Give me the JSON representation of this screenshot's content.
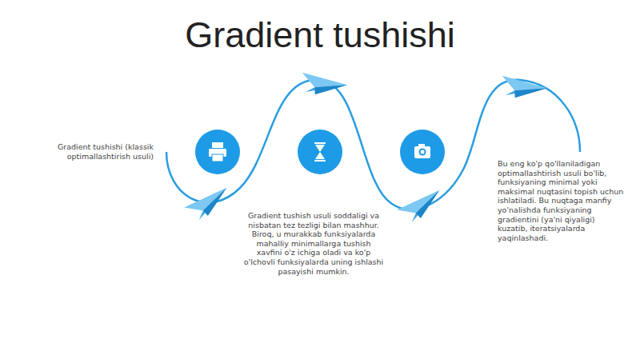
{
  "diagram": {
    "title": "Gradient tushishi",
    "labels": [
      "Gradient tushishi (klassik optimallashtirish usuli)",
      "Gradient tushish usuli soddaligi va nisbatan tez tezligi bilan mashhur. Biroq, u murakkab funksiyalarda mahalliy minimallarga tushish xavfini o'z ichiga oladi va ko'p o'lchovli funksiyalarda uning ishlashi pasayishi mumkin.",
      "Bu eng ko'p qo'llaniladigan optimallashtirish usuli bo'lib, funksiyaning minimal yoki maksimal nuqtasini topish uchun ishlatiladi. Bu nuqtaga manfiy yo'nalishda funksiyaning gradientini (ya'ni qiyaligi) kuzatib, iteratsiyalarda yaqinlashadi."
    ]
  }
}
